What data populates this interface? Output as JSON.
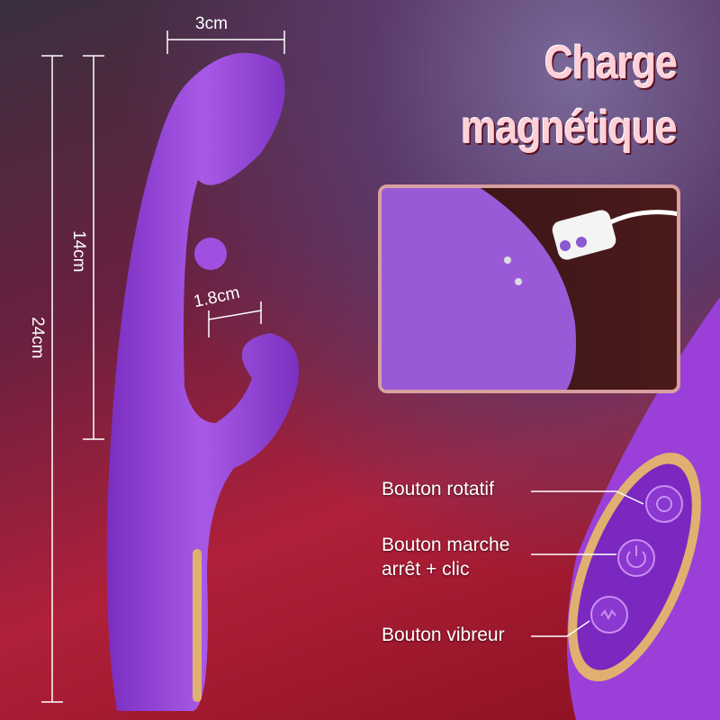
{
  "title": {
    "line1": "Charge",
    "line2": "magnétique"
  },
  "dimensions": {
    "width": "3cm",
    "shaft": "14cm",
    "total": "24cm",
    "head": "1.8cm"
  },
  "buttons": [
    {
      "label": "Bouton rotatif"
    },
    {
      "label_line1": "Bouton marche",
      "label_line2": "arrêt + clic"
    },
    {
      "label": "Bouton vibreur"
    }
  ],
  "colors": {
    "device": "#9a4ad8",
    "accent_gold": "#e0b070",
    "title": "#ffd0d8"
  }
}
